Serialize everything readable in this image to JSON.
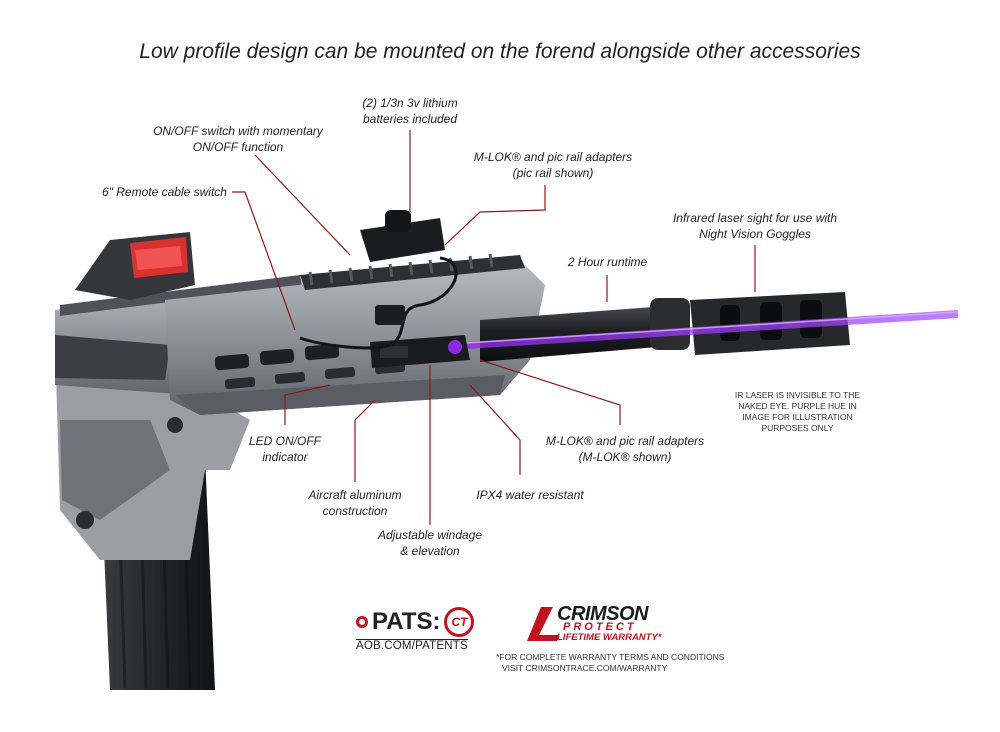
{
  "headline": "Low profile design can be mounted on the forend alongside other accessories",
  "callouts": {
    "batteries": [
      "(2) 1/3n 3v lithium",
      "batteries included"
    ],
    "onoff_switch": [
      "ON/OFF switch with momentary",
      "ON/OFF function"
    ],
    "mlok_pic_top": [
      "M-LOK® and pic rail adapters",
      "(pic rail shown)"
    ],
    "remote_cable": [
      "6\" Remote cable switch"
    ],
    "infrared_laser": [
      "Infrared laser sight for use with",
      "Night Vision Goggles"
    ],
    "runtime": [
      "2 Hour runtime"
    ],
    "led_indicator": [
      "LED ON/OFF",
      "indicator"
    ],
    "mlok_bottom": [
      "M-LOK® and pic rail adapters",
      "(M-LOK® shown)"
    ],
    "aluminum": [
      "Aircraft aluminum",
      "construction"
    ],
    "ipx4": [
      "IPX4 water resistant"
    ],
    "windage": [
      "Adjustable windage",
      "& elevation"
    ]
  },
  "ir_note": [
    "IR LASER IS INVISIBLE TO THE",
    "NAKED EYE. PURPLE HUE IN",
    "IMAGE FOR ILLUSTRATION",
    "PURPOSES ONLY"
  ],
  "patents": {
    "label": "PATS:",
    "badge": "CT",
    "url": "AOB.COM/PATENTS"
  },
  "crimson": {
    "title": "CRIMSON",
    "subtitle": "PROTECT",
    "warranty": "LIFETIME WARRANTY*"
  },
  "warranty_note": [
    "*FOR COMPLETE WARRANTY TERMS AND CONDITIONS",
    "VISIT CRIMSONTRACE.COM/WARRANTY"
  ],
  "colors": {
    "leader": "#8b1a1a",
    "laser": "#8a2be2",
    "brand_red": "#c1121f",
    "rifle_gray": "#8d9299",
    "rifle_dark": "#2a2c30"
  }
}
